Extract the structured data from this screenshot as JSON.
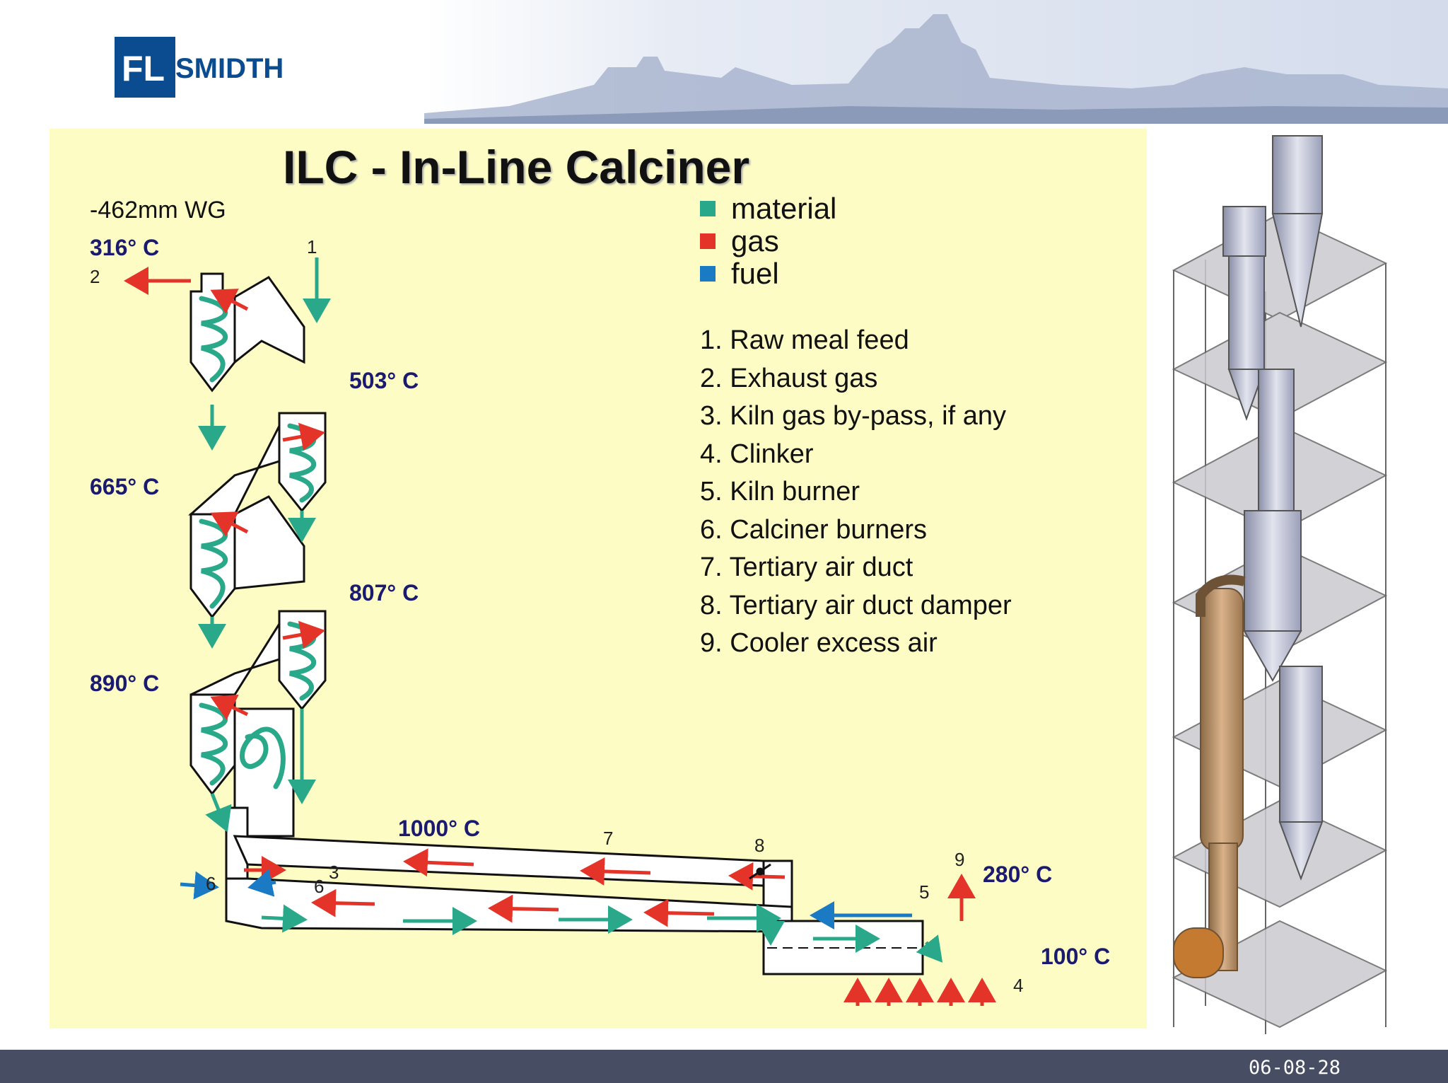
{
  "logo": {
    "text_fl": "FL",
    "text_smidth": "SMIDTH"
  },
  "title": "ILC - In-Line Calciner",
  "legend": [
    {
      "label": "material",
      "color": "#2aa98a"
    },
    {
      "label": "gas",
      "color": "#e4342a"
    },
    {
      "label": "fuel",
      "color": "#1a7bc4"
    }
  ],
  "notes": [
    "1. Raw meal feed",
    "2. Exhaust gas",
    "3. Kiln gas by-pass, if any",
    "4. Clinker",
    "5. Kiln burner",
    "6. Calciner burners",
    "7. Tertiary air duct",
    "8. Tertiary air duct damper",
    "9. Cooler excess air"
  ],
  "pressure": "-462mm WG",
  "temperatures": {
    "t316": "316° C",
    "t503": "503° C",
    "t665": "665° C",
    "t807": "807° C",
    "t890": "890° C",
    "t1000": "1000° C",
    "t280": "280° C",
    "t100": "100° C"
  },
  "markers": {
    "m1": "1",
    "m2": "2",
    "m3": "3",
    "m4": "4",
    "m5": "5",
    "m6a": "6",
    "m6b": "6",
    "m7": "7",
    "m8": "8",
    "m9": "9"
  },
  "footer": {
    "date": "06-08-28"
  }
}
